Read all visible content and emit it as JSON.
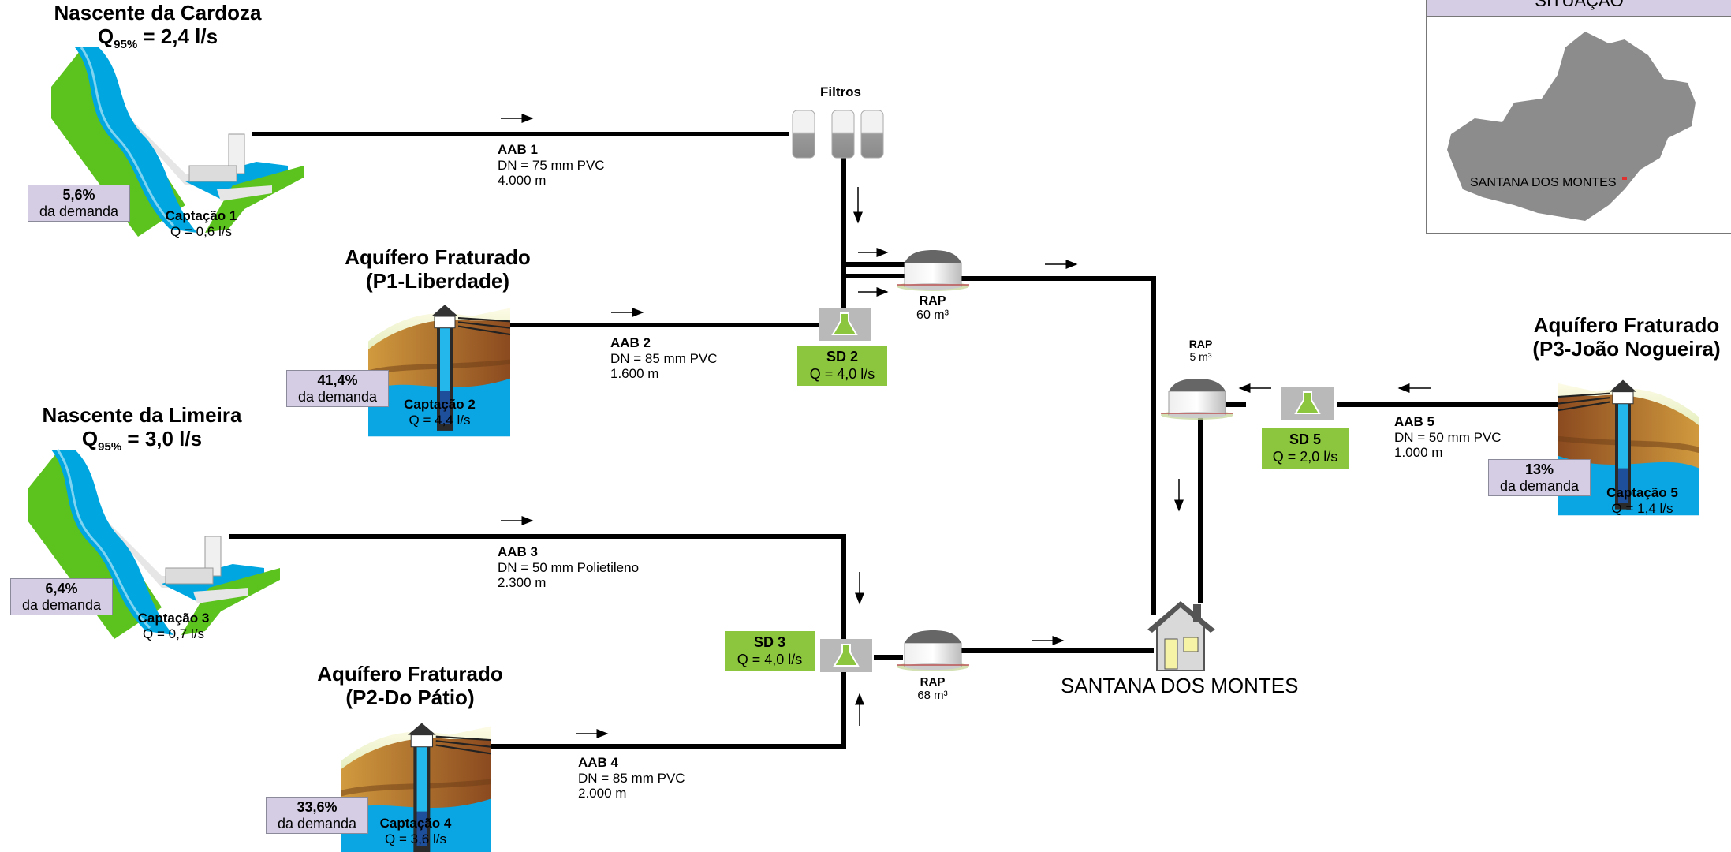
{
  "sources": [
    {
      "title": "Nascente da Cardoza",
      "q_label": "Q",
      "q_sub": "95%",
      "q_value": "= 2,4 l/s"
    },
    {
      "title": "Nascente da Limeira",
      "q_label": "Q",
      "q_sub": "95%",
      "q_value": "= 3,0 l/s"
    }
  ],
  "aquifers": [
    {
      "line1": "Aquífero Fraturado",
      "line2": "(P1-Liberdade)"
    },
    {
      "line1": "Aquífero Fraturado",
      "line2": "(P2-Do Pátio)"
    },
    {
      "line1": "Aquífero Fraturado",
      "line2": "(P3-João Nogueira)"
    }
  ],
  "captacoes": [
    {
      "name": "Captação 1",
      "flow": "Q = 0,6 l/s",
      "pct": "5,6%",
      "demand": "da demanda"
    },
    {
      "name": "Captação 2",
      "flow": "Q = 4,4 l/s",
      "pct": "41,4%",
      "demand": "da demanda"
    },
    {
      "name": "Captação 3",
      "flow": "Q = 0,7 l/s",
      "pct": "6,4%",
      "demand": "da demanda"
    },
    {
      "name": "Captação 4",
      "flow": "Q = 3,6 l/s",
      "pct": "33,6%",
      "demand": "da demanda"
    },
    {
      "name": "Captação 5",
      "flow": "Q = 1,4 l/s",
      "pct": "13%",
      "demand": "da demanda"
    }
  ],
  "aabs": [
    {
      "name": "AAB 1",
      "dn": "DN = 75 mm PVC",
      "len": "4.000 m"
    },
    {
      "name": "AAB 2",
      "dn": "DN = 85 mm PVC",
      "len": "1.600 m"
    },
    {
      "name": "AAB 3",
      "dn": "DN = 50 mm Polietileno",
      "len": "2.300 m"
    },
    {
      "name": "AAB 4",
      "dn": "DN = 85 mm PVC",
      "len": "2.000 m"
    },
    {
      "name": "AAB 5",
      "dn": "DN = 50 mm PVC",
      "len": "1.000 m"
    }
  ],
  "filters": {
    "label": "Filtros"
  },
  "sds": [
    {
      "name": "SD 2",
      "flow": "Q =  4,0 l/s"
    },
    {
      "name": "SD 3",
      "flow": "Q =  4,0 l/s"
    },
    {
      "name": "SD 5",
      "flow": "Q =  2,0 l/s"
    }
  ],
  "raps": [
    {
      "name": "RAP",
      "vol": "60 m³"
    },
    {
      "name": "RAP",
      "vol": "68 m³"
    },
    {
      "name": "RAP",
      "vol": "5 m³"
    }
  ],
  "city": {
    "name": "SANTANA DOS MONTES"
  },
  "situacao": {
    "header": "SITUAÇÃO",
    "map_label": "SANTANA DOS MONTES"
  },
  "colors": {
    "pipe": "#000000",
    "water": "#00a6e0",
    "grass": "#5cc21e",
    "soil": "#a0612a",
    "demand_box": "#d5cde3",
    "sd_box": "#8cc63f",
    "map_fill": "#8c8c8c",
    "marker": "#e03030"
  }
}
